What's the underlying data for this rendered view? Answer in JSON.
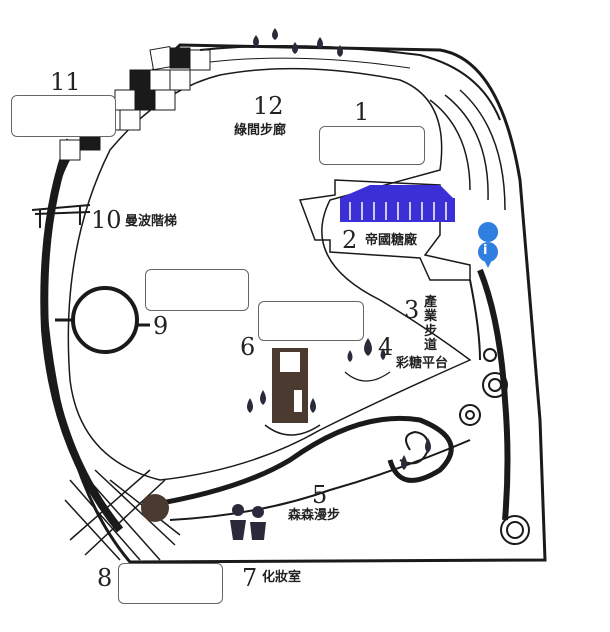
{
  "colors": {
    "line": "#1a1a1a",
    "building": "#3b2fd6",
    "info": "#2f7fe0",
    "drop": "#2a2a3a",
    "ground": "#4a3a30"
  },
  "spots": [
    {
      "num": "1",
      "name": ""
    },
    {
      "num": "2",
      "name": "帝國糖廠"
    },
    {
      "num": "3",
      "name": "產業步道"
    },
    {
      "num": "4",
      "name": "彩糖平台"
    },
    {
      "num": "5",
      "name": "森森漫步"
    },
    {
      "num": "6",
      "name": ""
    },
    {
      "num": "7",
      "name": "化妝室"
    },
    {
      "num": "8",
      "name": ""
    },
    {
      "num": "9",
      "name": ""
    },
    {
      "num": "10",
      "name": "曼波階梯"
    },
    {
      "num": "11",
      "name": ""
    },
    {
      "num": "12",
      "name": "綠間步廊"
    }
  ],
  "icons": {
    "info": "i"
  }
}
